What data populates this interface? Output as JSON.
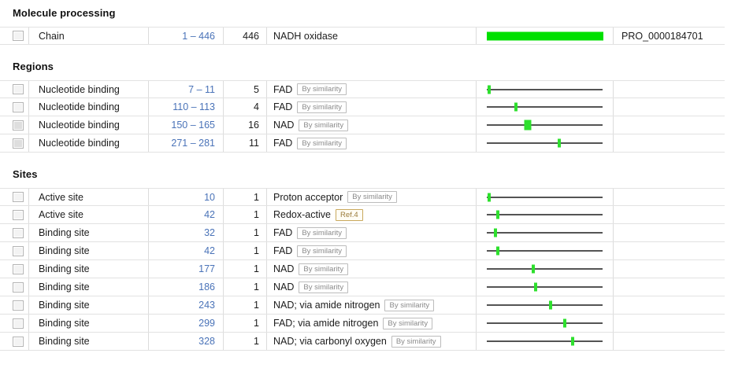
{
  "sequence_length": 446,
  "colors": {
    "chain_bar": "#00e000",
    "marker": "#2ee02e",
    "link": "#4a73b8",
    "lane": "#545454",
    "badge_border": "#bcbcbc",
    "ref_badge_border": "#c9a95d"
  },
  "sections": [
    {
      "title": "Molecule processing",
      "rows": [
        {
          "checkbox": "unchecked",
          "key": "Chain",
          "position": "1 – 446",
          "length": "446",
          "description": "NADH oxidase",
          "badge": "",
          "badge_type": "",
          "feature_id": "PRO_0000184701",
          "graph": {
            "kind": "bar",
            "start": 1,
            "end": 446
          }
        }
      ]
    },
    {
      "title": "Regions",
      "rows": [
        {
          "checkbox": "unchecked",
          "key": "Nucleotide binding",
          "position": "7 – 11",
          "length": "5",
          "description": "FAD",
          "badge": "By similarity",
          "badge_type": "similarity",
          "feature_id": "",
          "graph": {
            "kind": "tick",
            "start": 7,
            "end": 11
          }
        },
        {
          "checkbox": "unchecked",
          "key": "Nucleotide binding",
          "position": "110 – 113",
          "length": "4",
          "description": "FAD",
          "badge": "By similarity",
          "badge_type": "similarity",
          "feature_id": "",
          "graph": {
            "kind": "tick",
            "start": 110,
            "end": 113
          }
        },
        {
          "checkbox": "shaded",
          "key": "Nucleotide binding",
          "position": "150 – 165",
          "length": "16",
          "description": "NAD",
          "badge": "By similarity",
          "badge_type": "similarity",
          "feature_id": "",
          "graph": {
            "kind": "block",
            "start": 150,
            "end": 165
          }
        },
        {
          "checkbox": "shaded",
          "key": "Nucleotide binding",
          "position": "271 – 281",
          "length": "11",
          "description": "FAD",
          "badge": "By similarity",
          "badge_type": "similarity",
          "feature_id": "",
          "graph": {
            "kind": "tick",
            "start": 271,
            "end": 281
          }
        }
      ]
    },
    {
      "title": "Sites",
      "rows": [
        {
          "checkbox": "unchecked",
          "key": "Active site",
          "position": "10",
          "length": "1",
          "description": "Proton acceptor",
          "badge": "By similarity",
          "badge_type": "similarity",
          "feature_id": "",
          "graph": {
            "kind": "tick",
            "start": 10,
            "end": 10
          }
        },
        {
          "checkbox": "unchecked",
          "key": "Active site",
          "position": "42",
          "length": "1",
          "description": "Redox-active",
          "badge": "Ref.4",
          "badge_type": "ref",
          "feature_id": "",
          "graph": {
            "kind": "tick",
            "start": 42,
            "end": 42
          }
        },
        {
          "checkbox": "unchecked",
          "key": "Binding site",
          "position": "32",
          "length": "1",
          "description": "FAD",
          "badge": "By similarity",
          "badge_type": "similarity",
          "feature_id": "",
          "graph": {
            "kind": "tick",
            "start": 32,
            "end": 32
          }
        },
        {
          "checkbox": "unchecked",
          "key": "Binding site",
          "position": "42",
          "length": "1",
          "description": "FAD",
          "badge": "By similarity",
          "badge_type": "similarity",
          "feature_id": "",
          "graph": {
            "kind": "tick",
            "start": 42,
            "end": 42
          }
        },
        {
          "checkbox": "unchecked",
          "key": "Binding site",
          "position": "177",
          "length": "1",
          "description": "NAD",
          "badge": "By similarity",
          "badge_type": "similarity",
          "feature_id": "",
          "graph": {
            "kind": "tick",
            "start": 177,
            "end": 177
          }
        },
        {
          "checkbox": "unchecked",
          "key": "Binding site",
          "position": "186",
          "length": "1",
          "description": "NAD",
          "badge": "By similarity",
          "badge_type": "similarity",
          "feature_id": "",
          "graph": {
            "kind": "tick",
            "start": 186,
            "end": 186
          }
        },
        {
          "checkbox": "unchecked",
          "key": "Binding site",
          "position": "243",
          "length": "1",
          "description": "NAD; via amide nitrogen",
          "badge": "By similarity",
          "badge_type": "similarity",
          "feature_id": "",
          "graph": {
            "kind": "tick",
            "start": 243,
            "end": 243
          }
        },
        {
          "checkbox": "unchecked",
          "key": "Binding site",
          "position": "299",
          "length": "1",
          "description": "FAD; via amide nitrogen",
          "badge": "By similarity",
          "badge_type": "similarity",
          "feature_id": "",
          "graph": {
            "kind": "tick",
            "start": 299,
            "end": 299
          }
        },
        {
          "checkbox": "unchecked",
          "key": "Binding site",
          "position": "328",
          "length": "1",
          "description": "NAD; via carbonyl oxygen",
          "badge": "By similarity",
          "badge_type": "similarity",
          "feature_id": "",
          "graph": {
            "kind": "tick",
            "start": 328,
            "end": 328
          }
        }
      ]
    }
  ]
}
